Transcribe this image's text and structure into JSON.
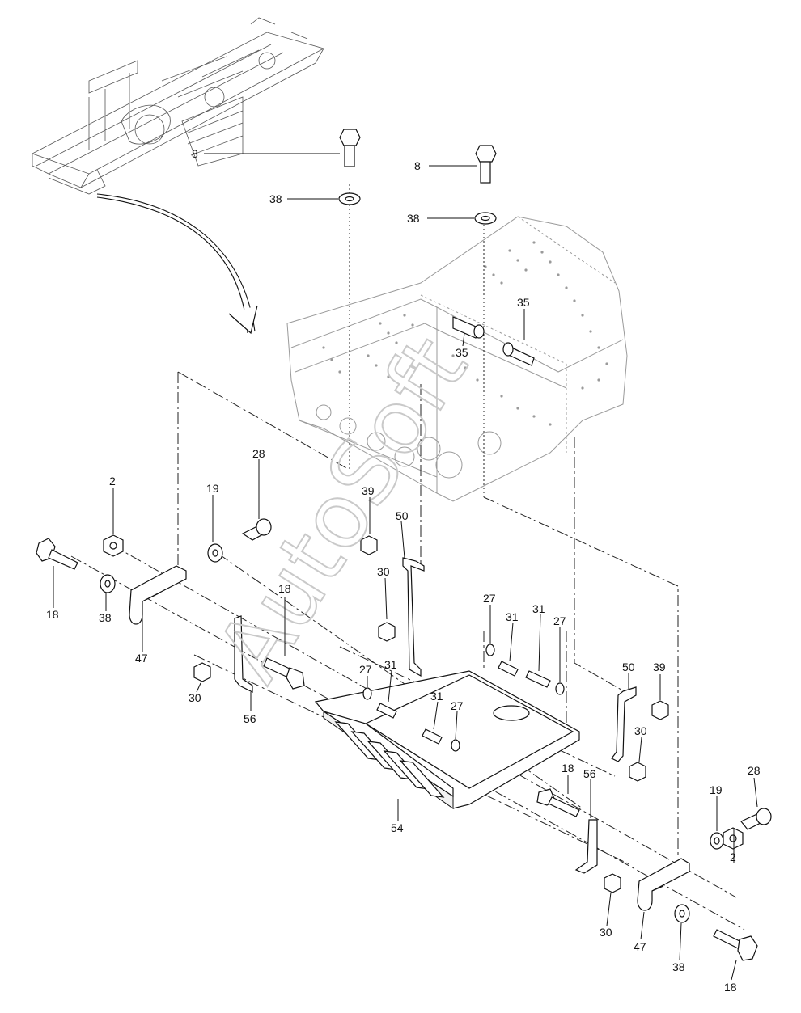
{
  "diagram": {
    "watermark": "AutoSoft",
    "part_labels": [
      {
        "id": "p8a",
        "text": "8"
      },
      {
        "id": "p8b",
        "text": "8"
      },
      {
        "id": "p38a",
        "text": "38"
      },
      {
        "id": "p38b",
        "text": "38"
      },
      {
        "id": "p35a",
        "text": "35"
      },
      {
        "id": "p35b",
        "text": "35"
      },
      {
        "id": "p2a",
        "text": "2"
      },
      {
        "id": "p19a",
        "text": "19"
      },
      {
        "id": "p28a",
        "text": "28"
      },
      {
        "id": "p18a",
        "text": "18"
      },
      {
        "id": "p38c",
        "text": "38"
      },
      {
        "id": "p47a",
        "text": "47"
      },
      {
        "id": "p18b",
        "text": "18"
      },
      {
        "id": "p30a",
        "text": "30"
      },
      {
        "id": "p56a",
        "text": "56"
      },
      {
        "id": "p39a",
        "text": "39"
      },
      {
        "id": "p50a",
        "text": "50"
      },
      {
        "id": "p30b",
        "text": "30"
      },
      {
        "id": "p27a",
        "text": "27"
      },
      {
        "id": "p31a",
        "text": "31"
      },
      {
        "id": "p31b",
        "text": "31"
      },
      {
        "id": "p27b",
        "text": "27"
      },
      {
        "id": "p27c",
        "text": "27"
      },
      {
        "id": "p31c",
        "text": "31"
      },
      {
        "id": "p31d",
        "text": "31"
      },
      {
        "id": "p27d",
        "text": "27"
      },
      {
        "id": "p54a",
        "text": "54"
      },
      {
        "id": "p50b",
        "text": "50"
      },
      {
        "id": "p39b",
        "text": "39"
      },
      {
        "id": "p30c",
        "text": "30"
      },
      {
        "id": "p18c",
        "text": "18"
      },
      {
        "id": "p56b",
        "text": "56"
      },
      {
        "id": "p28b",
        "text": "28"
      },
      {
        "id": "p19b",
        "text": "19"
      },
      {
        "id": "p2b",
        "text": "2"
      },
      {
        "id": "p30d",
        "text": "30"
      },
      {
        "id": "p47b",
        "text": "47"
      },
      {
        "id": "p38d",
        "text": "38"
      },
      {
        "id": "p18d",
        "text": "18"
      }
    ]
  }
}
